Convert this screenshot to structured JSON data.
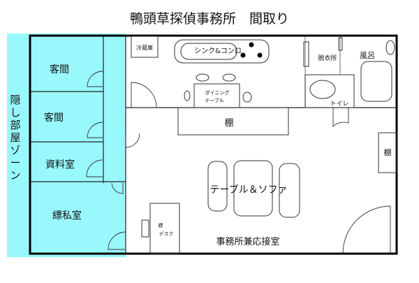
{
  "title": "鴨頭草探偵事務所　間取り",
  "hidden_zone": {
    "label": [
      "隠",
      "し",
      "部",
      "屋",
      "ゾ",
      "ー",
      "ン"
    ],
    "color": "#99f8fc"
  },
  "rooms": {
    "guest_room_1": "客間",
    "guest_room_2": "客間",
    "archive_room": "資料室",
    "private_room": "縹私室",
    "office": "事務所兼応接室",
    "changing_room": "脱衣所",
    "bath": "風呂",
    "toilet": "トイレ"
  },
  "furniture": {
    "fridge": "冷蔵庫",
    "sink_stove": "シンク&コンロ",
    "dining_table": [
      "ダイニング",
      "テーブル"
    ],
    "shelf_center": "棚",
    "shelf_right": "棚",
    "table_sofa": "テーブル＆ソファ",
    "desk": [
      "縹",
      "デスク"
    ]
  }
}
